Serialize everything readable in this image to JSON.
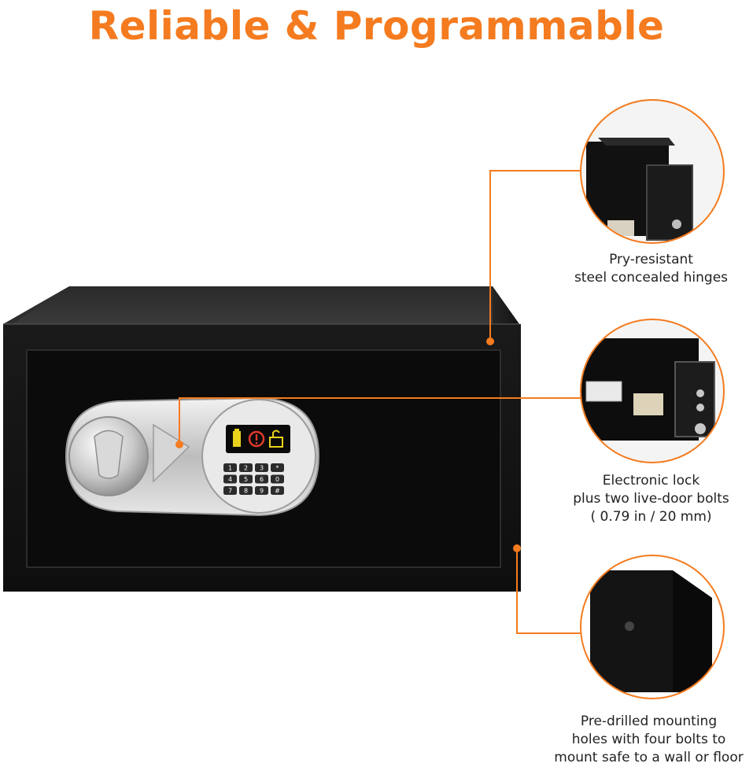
{
  "headline": "Reliable & Programmable",
  "colors": {
    "accent": "#f47b1f",
    "safe_body": "#141414",
    "text": "#222222"
  },
  "callouts": [
    {
      "lines": [
        "Pry-resistant",
        "steel concealed hinges"
      ]
    },
    {
      "lines": [
        "Electronic lock",
        "plus two live-door bolts",
        "( 0.79 in / 20 mm)"
      ]
    },
    {
      "lines": [
        "Pre-drilled mounting",
        "holes with four bolts to",
        "mount safe to a wall or floor"
      ]
    }
  ],
  "keypad": {
    "keys": [
      "1",
      "2",
      "3",
      "*",
      "4",
      "5",
      "6",
      "0",
      "7",
      "8",
      "9",
      "#"
    ]
  }
}
